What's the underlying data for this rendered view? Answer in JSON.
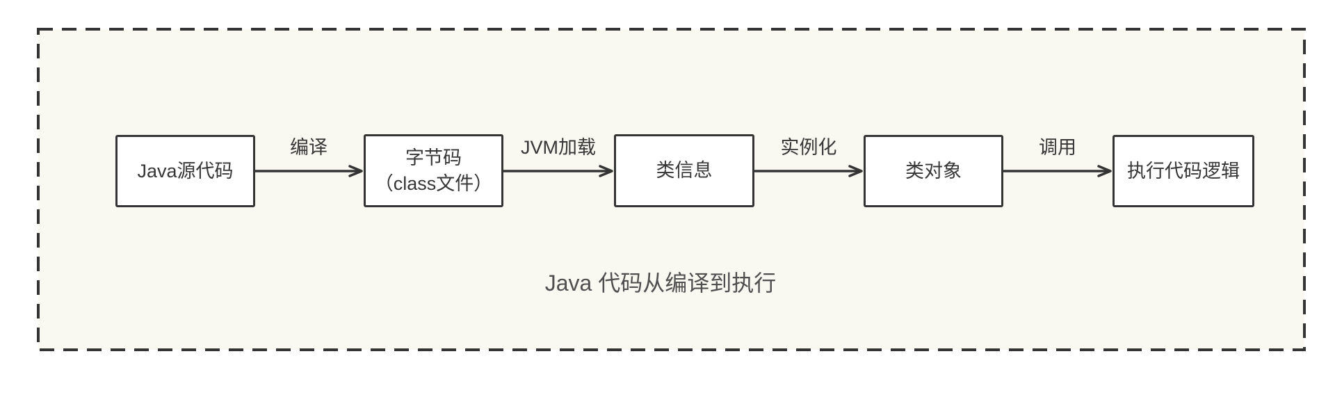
{
  "diagram": {
    "title": "Java 代码从编译到执行",
    "nodes": [
      {
        "id": "java-source-code",
        "label": "Java源代码"
      },
      {
        "id": "bytecode",
        "label": "字节码\n（class文件）"
      },
      {
        "id": "class-info",
        "label": "类信息"
      },
      {
        "id": "class-object",
        "label": "类对象"
      },
      {
        "id": "execute-code-logic",
        "label": "执行代码逻辑"
      }
    ],
    "edges": [
      {
        "from": "java-source-code",
        "to": "bytecode",
        "label": "编译"
      },
      {
        "from": "bytecode",
        "to": "class-info",
        "label": "JVM加载"
      },
      {
        "from": "class-info",
        "to": "class-object",
        "label": "实例化"
      },
      {
        "from": "class-object",
        "to": "execute-code-logic",
        "label": "调用"
      }
    ]
  },
  "colors": {
    "outer_background": "#ffffff",
    "canvas_background": "#f9f8f1",
    "stroke": "#343434",
    "node_fill": "#ffffff",
    "node_text": "#363636",
    "title_text": "#4f4f4f"
  }
}
